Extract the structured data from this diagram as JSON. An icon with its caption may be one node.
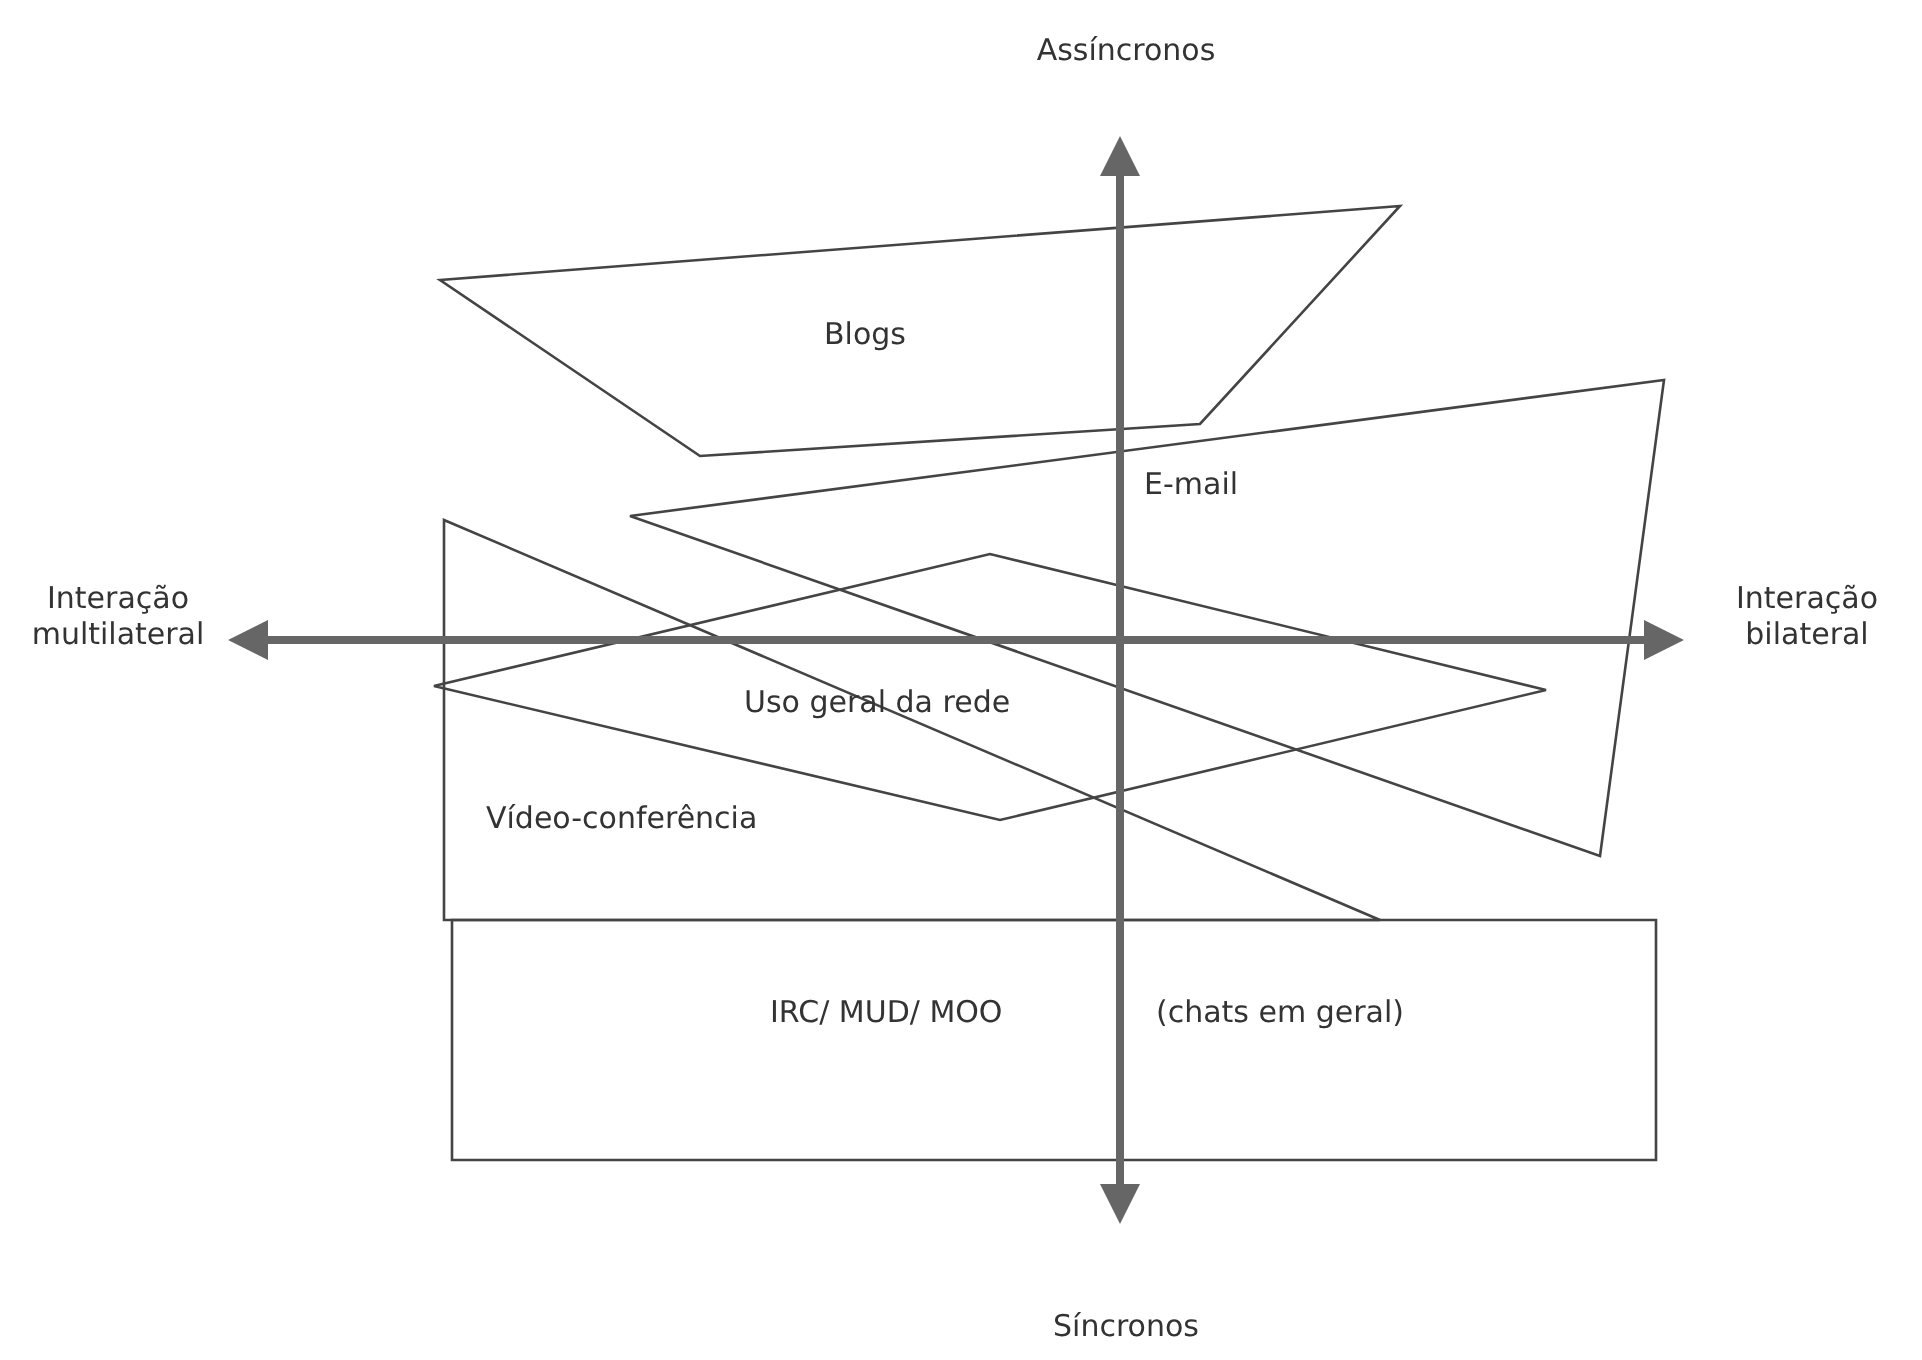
{
  "diagram": {
    "nodes": [
      {
        "text": [
          "Blogs"
        ]
      },
      {
        "text": [
          "E-mail"
        ]
      },
      {
        "text": [
          "Uso geral da rede"
        ]
      },
      {
        "text": [
          "Vídeo-conferência"
        ]
      },
      {
        "text": [
          "IRC/ MUD/ MOO",
          "(chats em geral)"
        ]
      }
    ],
    "labels": [
      "Assíncronos",
      "Interação multilateral",
      "Interação bilateral",
      "Síncronos"
    ]
  }
}
